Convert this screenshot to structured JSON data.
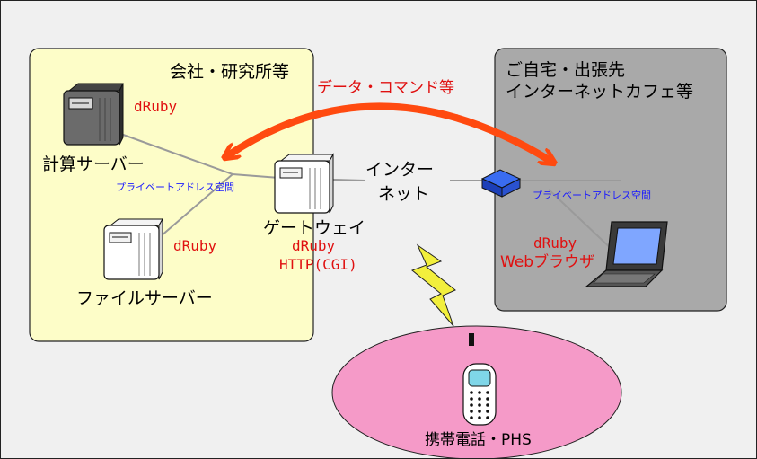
{
  "colors": {
    "background": "#f0f0f0",
    "office_zone": "#fdfdc8",
    "home_zone": "#a9a9a9",
    "mobile_zone": "#f59ac8",
    "arrow": "#ff4a10",
    "red_text": "#e01010",
    "blue_text": "#1a1aff",
    "link_line": "#9a9a9a",
    "lightning": "#f2ef3c"
  },
  "office": {
    "title": "会社・研究所等",
    "calc_server_label": "計算サーバー",
    "calc_server_druby": "dRuby",
    "file_server_label": "ファイルサーバー",
    "file_server_druby": "dRuby",
    "private_address": "プライベートアドレス空間",
    "gateway": {
      "label": "ゲートウェイ",
      "druby": "dRuby",
      "http": "HTTP(CGI)"
    }
  },
  "home": {
    "title_line1": "ご自宅・出張先",
    "title_line2": "インターネットカフェ等",
    "private_address": "プライベートアドレス空間",
    "client_druby": "dRuby",
    "client_browser": "Webブラウザ"
  },
  "arrow_label": "データ・コマンド等",
  "internet": {
    "line1": "インター",
    "line2": "ネット"
  },
  "mobile": {
    "label": "携帯電話・PHS"
  },
  "icons": {
    "calc_server": "server-tower-icon",
    "file_server": "server-tower-icon",
    "gateway": "server-tower-icon",
    "router": "router-icon",
    "laptop": "laptop-icon",
    "phone": "mobile-phone-icon",
    "lightning": "lightning-bolt-icon"
  }
}
